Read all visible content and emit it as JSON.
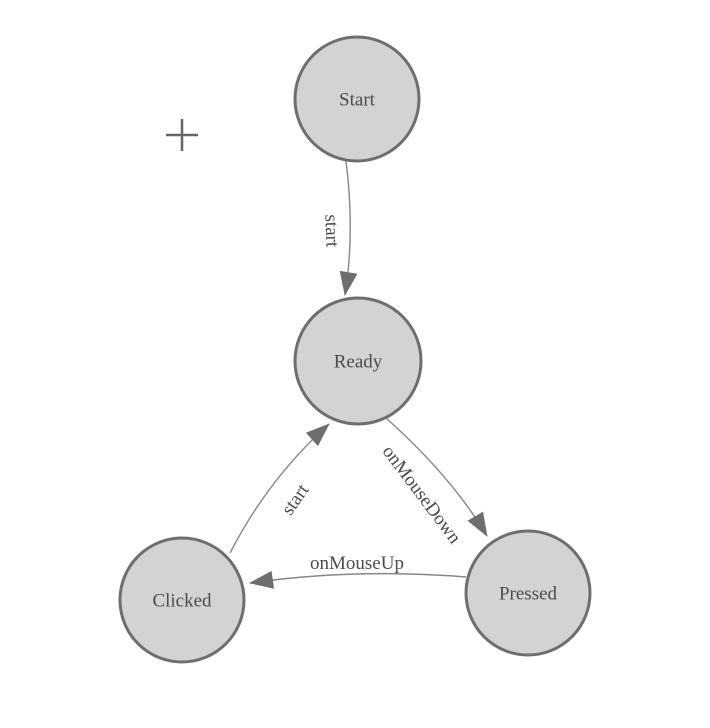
{
  "diagram": {
    "type": "state-machine",
    "nodes": [
      {
        "id": "start",
        "label": "Start"
      },
      {
        "id": "ready",
        "label": "Ready"
      },
      {
        "id": "clicked",
        "label": "Clicked"
      },
      {
        "id": "pressed",
        "label": "Pressed"
      }
    ],
    "edges": [
      {
        "from": "start",
        "to": "ready",
        "label": "start"
      },
      {
        "from": "ready",
        "to": "pressed",
        "label": "onMouseDown"
      },
      {
        "from": "pressed",
        "to": "clicked",
        "label": "onMouseUp"
      },
      {
        "from": "clicked",
        "to": "ready",
        "label": "start"
      }
    ],
    "icons": {
      "origin_marker": "plus-crosshair-icon"
    },
    "colors": {
      "background": "#ffffff",
      "node_fill": "#d3d3d3",
      "node_border": "#6e6e6e",
      "edge_stroke": "#878787",
      "arrowhead_fill": "#6e6e6e",
      "label_text": "#4e4a46",
      "crosshair": "#666666"
    }
  }
}
